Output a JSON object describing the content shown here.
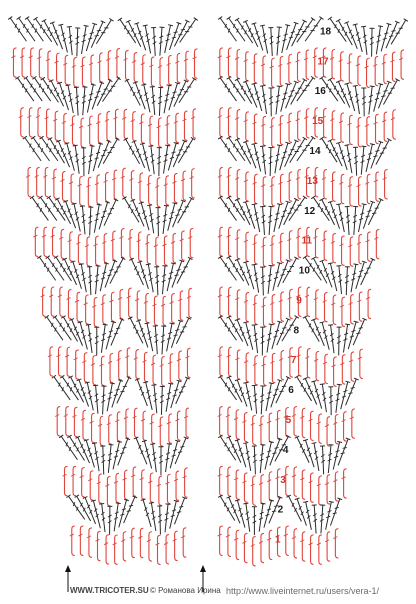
{
  "diagram": {
    "row_labels": [
      "1",
      "2",
      "3",
      "4",
      "5",
      "6",
      "7",
      "8",
      "9",
      "10",
      "11",
      "12",
      "13",
      "14",
      "15",
      "16",
      "17",
      "18"
    ],
    "colors": {
      "red_stitch": "#e0463c",
      "dark_stitch": "#2b2b2b",
      "row_number_red": "#d3322b",
      "row_number_dark": "#1a1a1a",
      "arrow": "#111111"
    },
    "start_arrows": [
      "arrow-left-panel",
      "arrow-right-panel"
    ]
  },
  "footer": {
    "site": "WWW.TRICOTER.SU",
    "credit": "© Романова Ирина",
    "url": "http://www.liveinternet.ru/users/vera-1/"
  }
}
